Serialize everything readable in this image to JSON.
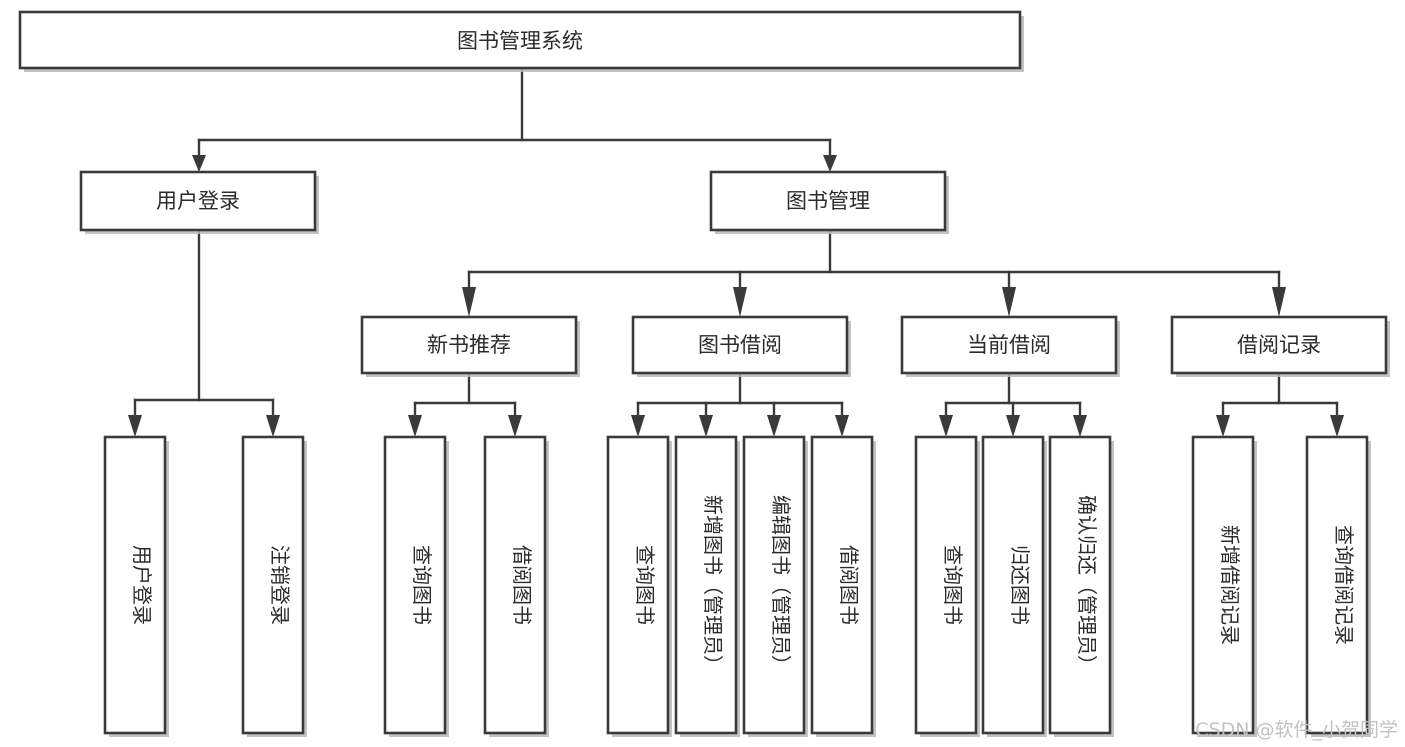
{
  "diagram": {
    "type": "tree-hierarchy",
    "title": "图书管理系统",
    "root": {
      "id": "root",
      "label": "图书管理系统",
      "level": 0
    },
    "level2": [
      {
        "id": "user-login",
        "label": "用户登录"
      },
      {
        "id": "book-management",
        "label": "图书管理"
      }
    ],
    "level3": [
      {
        "id": "new-book-recommend",
        "label": "新书推荐",
        "parent": "book-management"
      },
      {
        "id": "book-borrow",
        "label": "图书借阅",
        "parent": "book-management"
      },
      {
        "id": "current-borrow",
        "label": "当前借阅",
        "parent": "book-management"
      },
      {
        "id": "borrow-record",
        "label": "借阅记录",
        "parent": "book-management"
      }
    ],
    "leaves": [
      {
        "id": "leaf-user-login",
        "label": "用户登录",
        "parent": "user-login"
      },
      {
        "id": "leaf-user-logout",
        "label": "注销登录",
        "parent": "user-login"
      },
      {
        "id": "leaf-query-book-1",
        "label": "查询图书",
        "parent": "new-book-recommend"
      },
      {
        "id": "leaf-borrow-book-1",
        "label": "借阅图书",
        "parent": "new-book-recommend"
      },
      {
        "id": "leaf-query-book-2",
        "label": "查询图书",
        "parent": "book-borrow"
      },
      {
        "id": "leaf-add-book",
        "label": "新增图书（管理员）",
        "parent": "book-borrow"
      },
      {
        "id": "leaf-edit-book",
        "label": "编辑图书（管理员）",
        "parent": "book-borrow"
      },
      {
        "id": "leaf-borrow-book-2",
        "label": "借阅图书",
        "parent": "book-borrow"
      },
      {
        "id": "leaf-query-book-3",
        "label": "查询图书",
        "parent": "current-borrow"
      },
      {
        "id": "leaf-return-book",
        "label": "归还图书",
        "parent": "current-borrow"
      },
      {
        "id": "leaf-confirm-return",
        "label": "确认归还（管理员）",
        "parent": "current-borrow"
      },
      {
        "id": "leaf-add-record",
        "label": "新增借阅记录",
        "parent": "borrow-record"
      },
      {
        "id": "leaf-query-record",
        "label": "查询借阅记录",
        "parent": "borrow-record"
      }
    ]
  },
  "watermark": {
    "text": "CSDN @软件_小贺同学"
  },
  "colors": {
    "stroke": "#3a3a3a",
    "fill": "#ffffff",
    "text": "#2b2b2b",
    "shadow": "#b9b9b9",
    "watermark": "#c2c2c2",
    "background": "#ffffff"
  }
}
